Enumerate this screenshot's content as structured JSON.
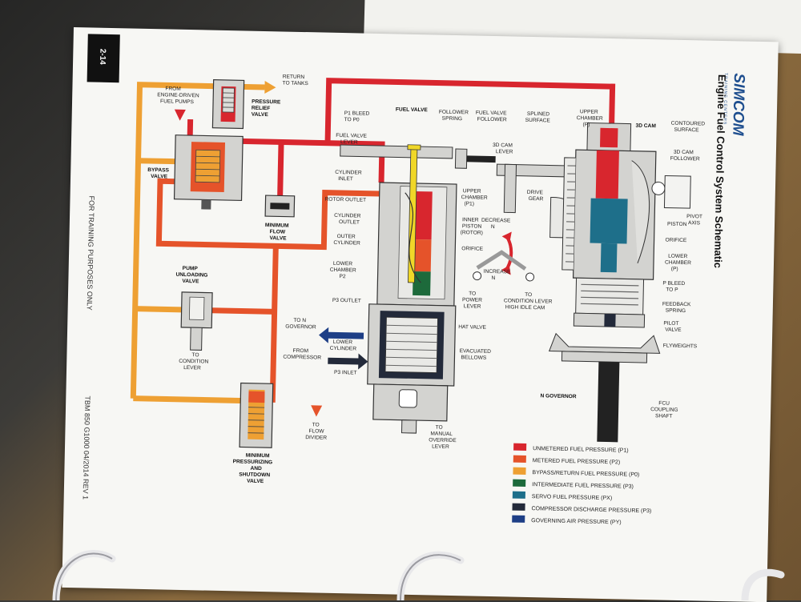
{
  "page_number": "2-14",
  "brand": {
    "name": "SIMCOM",
    "tagline": "TRAINING CENTERS"
  },
  "title": "Engine Fuel Control System Schematic",
  "side_note": "FOR TRAINING PURPOSES ONLY",
  "doc_code": "TBM 850 G1000 04/2014 REV 1",
  "colors": {
    "unmetered": "#d8262e",
    "metered": "#e5532a",
    "bypass": "#eea033",
    "intermediate": "#1d6a3b",
    "servo": "#1e6f8a",
    "compressor": "#232a3a",
    "governing": "#1e3f86",
    "body": "#d3d3d0",
    "spring": "#dcdcd8"
  },
  "labels": {
    "return_to_tanks": [
      "RETURN",
      "TO TANKS"
    ],
    "from_pumps": [
      "FROM",
      "ENGINE-DRIVEN",
      "FUEL PUMPS"
    ],
    "pressure_relief": [
      "PRESSURE",
      "RELIEF",
      "VALVE"
    ],
    "bypass_valve": [
      "BYPASS",
      "VALVE"
    ],
    "min_flow": [
      "MINIMUM",
      "FLOW",
      "VALVE"
    ],
    "pump_unloading": [
      "PUMP",
      "UNLOADING",
      "VALVE"
    ],
    "to_condition_lever": [
      "TO",
      "CONDITION",
      "LEVER"
    ],
    "min_pressurizing": [
      "MINIMUM",
      "PRESSURIZING",
      "AND",
      "SHUTDOWN",
      "VALVE"
    ],
    "to_flow_divider": [
      "TO",
      "FLOW",
      "DIVIDER"
    ],
    "p1_bleed": [
      "P1 BLEED",
      "TO P0"
    ],
    "fuel_valve": "FUEL VALVE",
    "fuel_valve_lever": [
      "FUEL VALVE",
      "LEVER"
    ],
    "cylinder_inlet": [
      "CYLINDER",
      "INLET"
    ],
    "rotor_outlet": "ROTOR OUTLET",
    "cylinder_outlet": [
      "CYLINDER",
      "OUTLET"
    ],
    "outer_cylinder": [
      "OUTER",
      "CYLINDER"
    ],
    "lower_chamber_p2": [
      "LOWER",
      "CHAMBER",
      "P2"
    ],
    "p3_outlet": "P3 OUTLET",
    "to_ng_governor": [
      "TO N",
      "GOVERNOR"
    ],
    "lower_cylinder": [
      "LOWER",
      "CYLINDER"
    ],
    "from_compressor": [
      "FROM",
      "COMPRESSOR"
    ],
    "p3_inlet": "P3 INLET",
    "upper_chamber_p1": [
      "UPPER",
      "CHAMBER",
      "(P1)"
    ],
    "inner_piston": [
      "INNER",
      "PISTON",
      "(ROTOR)"
    ],
    "orifice_mid": "ORIFICE",
    "hat_valve": "HAT VALVE",
    "evacuated_bellows": [
      "EVACUATED",
      "BELLOWS"
    ],
    "to_manual_override": [
      "TO",
      "MANUAL",
      "OVERRIDE",
      "LEVER"
    ],
    "follower_spring": [
      "FOLLOWER",
      "SPRING"
    ],
    "fuel_valve_follower": [
      "FUEL VALVE",
      "FOLLOWER"
    ],
    "splined_surface": [
      "SPLINED",
      "SURFACE"
    ],
    "cam_lever": [
      "3D CAM",
      "LEVER"
    ],
    "drive_gear": [
      "DRIVE",
      "GEAR"
    ],
    "decrease_ng": [
      "DECREASE",
      "N"
    ],
    "increase_ng": [
      "INCREASE",
      "N"
    ],
    "to_power_lever": [
      "TO",
      "POWER",
      "LEVER"
    ],
    "to_condition_high_idle": [
      "TO",
      "CONDITION LEVER",
      "HIGH IDLE CAM"
    ],
    "upper_chamber_px": [
      "UPPER",
      "CHAMBER",
      "(P)"
    ],
    "cam_3d": "3D CAM",
    "contoured_surface": [
      "CONTOURED",
      "SURFACE"
    ],
    "cam_follower": [
      "3D CAM",
      "FOLLOWER"
    ],
    "pivot_axis": [
      "PIVOT",
      "AXIS"
    ],
    "piston": "PISTON",
    "orifice_right": "ORIFICE",
    "lower_chamber_right": [
      "LOWER",
      "CHAMBER",
      "(P)"
    ],
    "px_bleed": [
      "P BLEED",
      "TO P"
    ],
    "feedback_spring": [
      "FEEDBACK",
      "SPRING"
    ],
    "pilot_valve": [
      "PILOT",
      "VALVE"
    ],
    "flyweights": "FLYWEIGHTS",
    "ng_governor": "N GOVERNOR",
    "fcu_shaft": [
      "FCU",
      "COUPLING",
      "SHAFT"
    ]
  },
  "legend": [
    {
      "color_key": "unmetered",
      "label": "UNMETERED FUEL PRESSURE (P1)"
    },
    {
      "color_key": "metered",
      "label": "METERED FUEL PRESSURE (P2)"
    },
    {
      "color_key": "bypass",
      "label": "BYPASS/RETURN FUEL PRESSURE (P0)"
    },
    {
      "color_key": "intermediate",
      "label": "INTERMEDIATE FUEL PRESSURE (P3)"
    },
    {
      "color_key": "servo",
      "label": "SERVO FUEL PRESSURE (Px)"
    },
    {
      "color_key": "compressor",
      "label": "COMPRESSOR DISCHARGE PRESSURE (P3)"
    },
    {
      "color_key": "governing",
      "label": "GOVERNING AIR PRESSURE (Py)"
    }
  ]
}
